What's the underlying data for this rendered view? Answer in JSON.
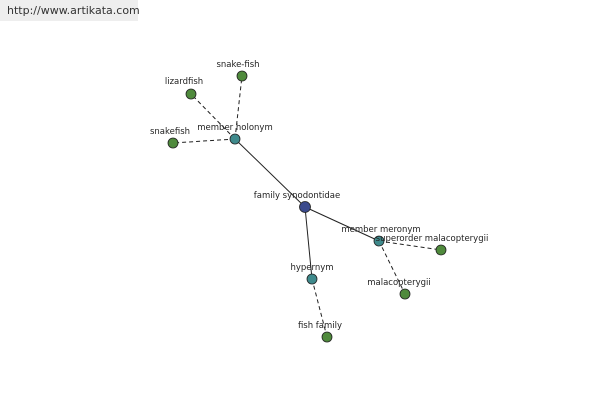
{
  "url_banner": "http://www.artikata.com",
  "graph": {
    "nodes": [
      {
        "id": "family-synodontidae",
        "label": "family synodontidae",
        "kind": "root"
      },
      {
        "id": "member-holonym",
        "label": "member holonym",
        "kind": "relation"
      },
      {
        "id": "member-meronym",
        "label": "member meronym",
        "kind": "relation"
      },
      {
        "id": "hypernym",
        "label": "hypernym",
        "kind": "relation"
      },
      {
        "id": "lizardfish",
        "label": "lizardfish",
        "kind": "leaf"
      },
      {
        "id": "snake-fish",
        "label": "snake-fish",
        "kind": "leaf"
      },
      {
        "id": "snakefish",
        "label": "snakefish",
        "kind": "leaf"
      },
      {
        "id": "superorder-malacopterygii",
        "label": "superorder malacopterygii",
        "kind": "leaf"
      },
      {
        "id": "malacopterygii",
        "label": "malacopterygii",
        "kind": "leaf"
      },
      {
        "id": "fish-family",
        "label": "fish family",
        "kind": "leaf"
      }
    ],
    "edges": [
      {
        "from": "family-synodontidae",
        "to": "member-holonym",
        "style": "solid"
      },
      {
        "from": "family-synodontidae",
        "to": "member-meronym",
        "style": "solid"
      },
      {
        "from": "family-synodontidae",
        "to": "hypernym",
        "style": "solid"
      },
      {
        "from": "member-holonym",
        "to": "lizardfish",
        "style": "dashed"
      },
      {
        "from": "member-holonym",
        "to": "snake-fish",
        "style": "dashed"
      },
      {
        "from": "member-holonym",
        "to": "snakefish",
        "style": "dashed"
      },
      {
        "from": "member-meronym",
        "to": "superorder-malacopterygii",
        "style": "dashed"
      },
      {
        "from": "member-meronym",
        "to": "malacopterygii",
        "style": "dashed"
      },
      {
        "from": "hypernym",
        "to": "fish-family",
        "style": "dashed"
      }
    ],
    "colors": {
      "root": "#3b4a8c",
      "relation": "#3f8a8c",
      "leaf": "#4f8a3c",
      "stroke": "#222222",
      "edge": "#222222"
    }
  }
}
